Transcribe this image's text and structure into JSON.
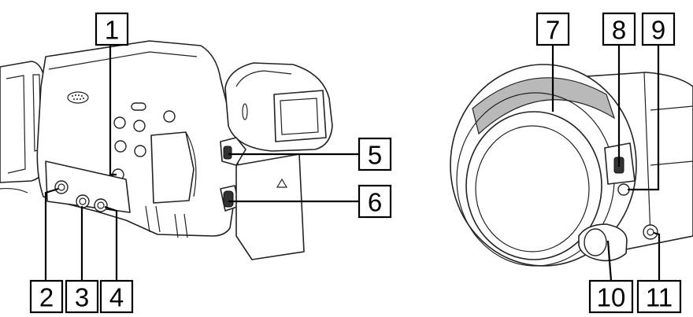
{
  "callouts": {
    "c1": "1",
    "c2": "2",
    "c3": "3",
    "c4": "4",
    "c5": "5",
    "c6": "6",
    "c7": "7",
    "c8": "8",
    "c9": "9",
    "c10": "10",
    "c11": "11"
  },
  "colors": {
    "outline": "#222222",
    "lens_ring": "#b9b9b9",
    "callout_border": "#000000"
  }
}
